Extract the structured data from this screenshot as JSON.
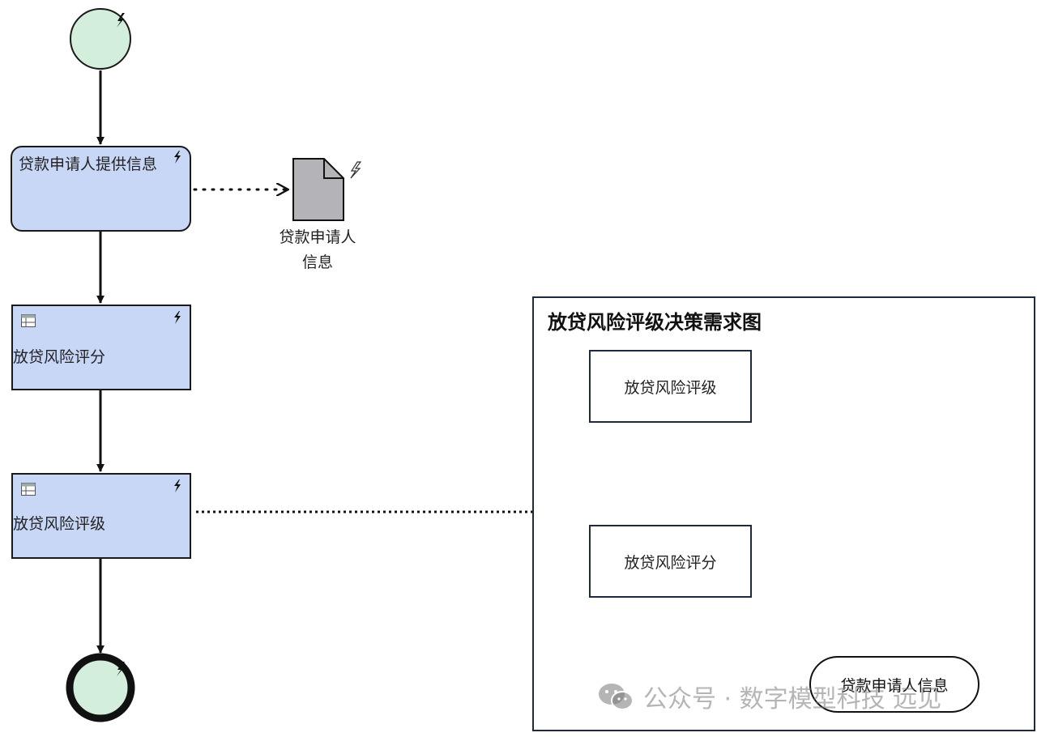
{
  "process": {
    "task_provide_info": "贷款申请人提供信息",
    "task_risk_score": "放贷风险评分",
    "task_risk_rating": "放贷风险评级",
    "data_object_label_line1": "贷款申请人",
    "data_object_label_line2": "信息"
  },
  "drd": {
    "title": "放贷风险评级决策需求图",
    "decision_rating": "放贷风险评级",
    "decision_score": "放贷风险评分",
    "input_data": "贷款申请人信息"
  },
  "watermark": {
    "text": "公众号 · 数字模型科技 远见"
  },
  "colors": {
    "event_fill": "#d3eedb",
    "task_fill": "#c9d7f7",
    "data_object_fill": "#b4b4b8",
    "frame_border": "#1f2a3c"
  },
  "icons": {
    "service_marker": "lightning-bolt-icon",
    "decision_table_marker": "table-icon",
    "watermark_logo": "wechat-icon"
  }
}
